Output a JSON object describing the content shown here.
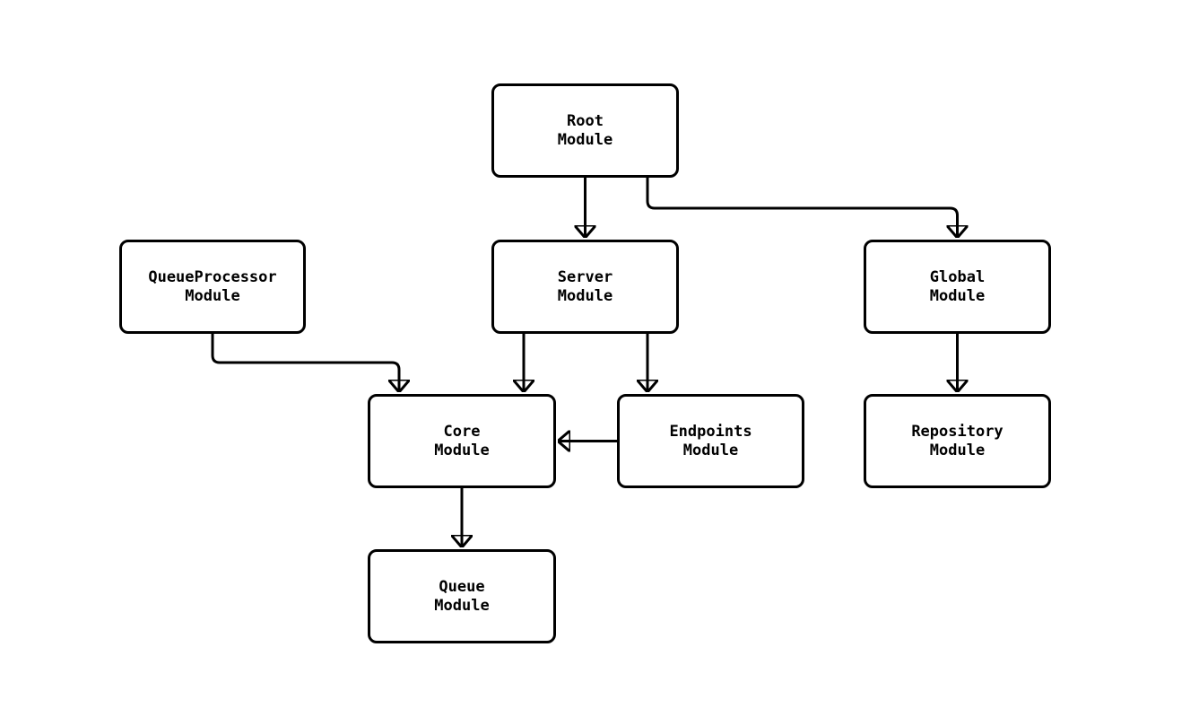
{
  "diagram": {
    "type": "flowchart",
    "background_color": "#ffffff",
    "stroke_color": "#000000",
    "node_fill_color": "#ffffff",
    "text_color": "#000000",
    "nodes": [
      {
        "id": "root",
        "label": "Root\nModule"
      },
      {
        "id": "queueprocessor",
        "label": "QueueProcessor\nModule"
      },
      {
        "id": "server",
        "label": "Server\nModule"
      },
      {
        "id": "global",
        "label": "Global\nModule"
      },
      {
        "id": "core",
        "label": "Core\nModule"
      },
      {
        "id": "endpoints",
        "label": "Endpoints\nModule"
      },
      {
        "id": "repository",
        "label": "Repository\nModule"
      },
      {
        "id": "queue",
        "label": "Queue\nModule"
      }
    ],
    "edges": [
      {
        "from": "root",
        "to": "server"
      },
      {
        "from": "root",
        "to": "global"
      },
      {
        "from": "queueprocessor",
        "to": "core"
      },
      {
        "from": "server",
        "to": "core"
      },
      {
        "from": "server",
        "to": "endpoints"
      },
      {
        "from": "endpoints",
        "to": "core"
      },
      {
        "from": "global",
        "to": "repository"
      },
      {
        "from": "core",
        "to": "queue"
      }
    ]
  }
}
